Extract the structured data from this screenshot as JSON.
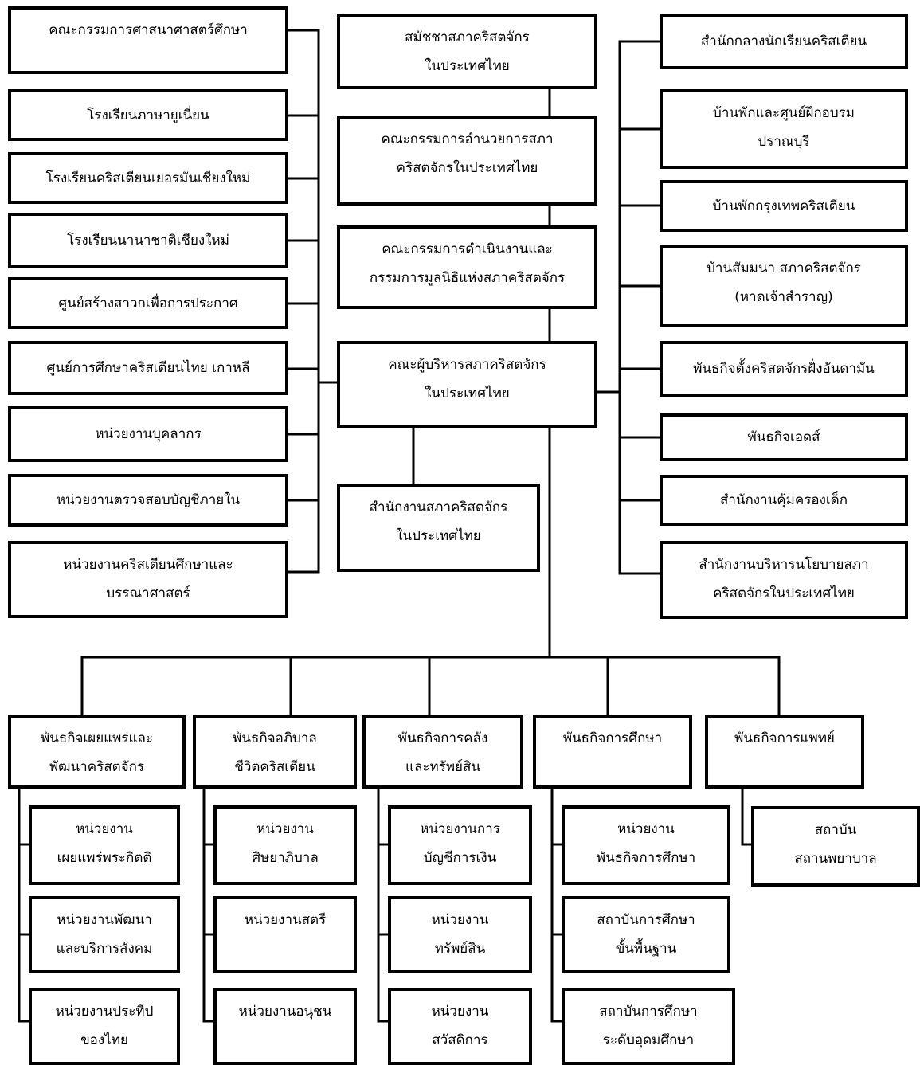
{
  "center": {
    "assembly": [
      "สมัชชาสภาคริสตจักร",
      "ในประเทศไทย"
    ],
    "board": [
      "คณะกรรมการอำนวยการสภา",
      "คริสตจักรในประเทศไทย"
    ],
    "committee": [
      "คณะกรรมการดำเนินงานและ",
      "กรรมการมูลนิธิแห่งสภาคริสตจักร"
    ],
    "executives": [
      "คณะผู้บริหารสภาคริสตจักร",
      "ในประเทศไทย"
    ],
    "office": [
      "สำนักงานสภาคริสตจักร",
      "ในประเทศไทย"
    ]
  },
  "left_units": [
    [
      "คณะกรรมการศาสนาศาสตร์ศึกษา"
    ],
    [
      "โรงเรียนภาษายูเนี่ยน"
    ],
    [
      "โรงเรียนคริสเตียนเยอรมันเชียงใหม่"
    ],
    [
      "โรงเรียนนานาชาติเชียงใหม่"
    ],
    [
      "ศูนย์สร้างสาวกเพื่อการประกาศ"
    ],
    [
      "ศูนย์การศึกษาคริสเตียนไทย เกาหลี"
    ],
    [
      "หน่วยงานบุคลากร"
    ],
    [
      "หน่วยงานตรวจสอบบัญชีภายใน"
    ],
    [
      "หน่วยงานคริสเตียนศึกษาและ",
      "บรรณาศาสตร์"
    ]
  ],
  "right_units": [
    [
      "สำนักกลางนักเรียนคริสเตียน"
    ],
    [
      "บ้านพักและศูนย์ฝึกอบรม",
      "ปราณบุรี"
    ],
    [
      "บ้านพักกรุงเทพคริสเตียน"
    ],
    [
      "บ้านสัมมนา สภาคริสตจักร",
      "(หาดเจ้าสำราญ)"
    ],
    [
      "พันธกิจตั้งคริสตจักรฝั่งอันดามัน"
    ],
    [
      "พันธกิจเอดส์"
    ],
    [
      "สำนักงานคุ้มครองเด็ก"
    ],
    [
      "สำนักงานบริหารนโยบายสภา",
      "คริสตจักรในประเทศไทย"
    ]
  ],
  "departments": [
    {
      "name": [
        "พันธกิจเผยแพร่และ",
        "พัฒนาคริสตจักร"
      ],
      "units": [
        [
          "หน่วยงาน",
          "เผยแพร่พระกิตติ"
        ],
        [
          "หน่วยงานพัฒนา",
          "และบริการสังคม"
        ],
        [
          "หน่วยงานประทีป",
          "ของไทย"
        ]
      ]
    },
    {
      "name": [
        "พันธกิจอภิบาล",
        "ชีวิตคริสเตียน"
      ],
      "units": [
        [
          "หน่วยงาน",
          "ศิษยาภิบาล"
        ],
        [
          "หน่วยงานสตรี"
        ],
        [
          "หน่วยงานอนุชน"
        ]
      ]
    },
    {
      "name": [
        "พันธกิจการคลัง",
        "และทรัพย์สิน"
      ],
      "units": [
        [
          "หน่วยงานการ",
          "บัญชีการเงิน"
        ],
        [
          "หน่วยงาน",
          "ทรัพย์สิน"
        ],
        [
          "หน่วยงาน",
          "สวัสดิการ"
        ]
      ]
    },
    {
      "name": [
        "พันธกิจการศึกษา"
      ],
      "units": [
        [
          "หน่วยงาน",
          "พันธกิจการศึกษา"
        ],
        [
          "สถาบันการศึกษา",
          "ขั้นพื้นฐาน"
        ],
        [
          "สถาบันการศึกษา",
          "ระดับอุดมศึกษา"
        ]
      ]
    },
    {
      "name": [
        "พันธกิจการแพทย์"
      ],
      "units": [
        [
          "สถาบัน",
          "สถานพยาบาล"
        ]
      ]
    }
  ]
}
